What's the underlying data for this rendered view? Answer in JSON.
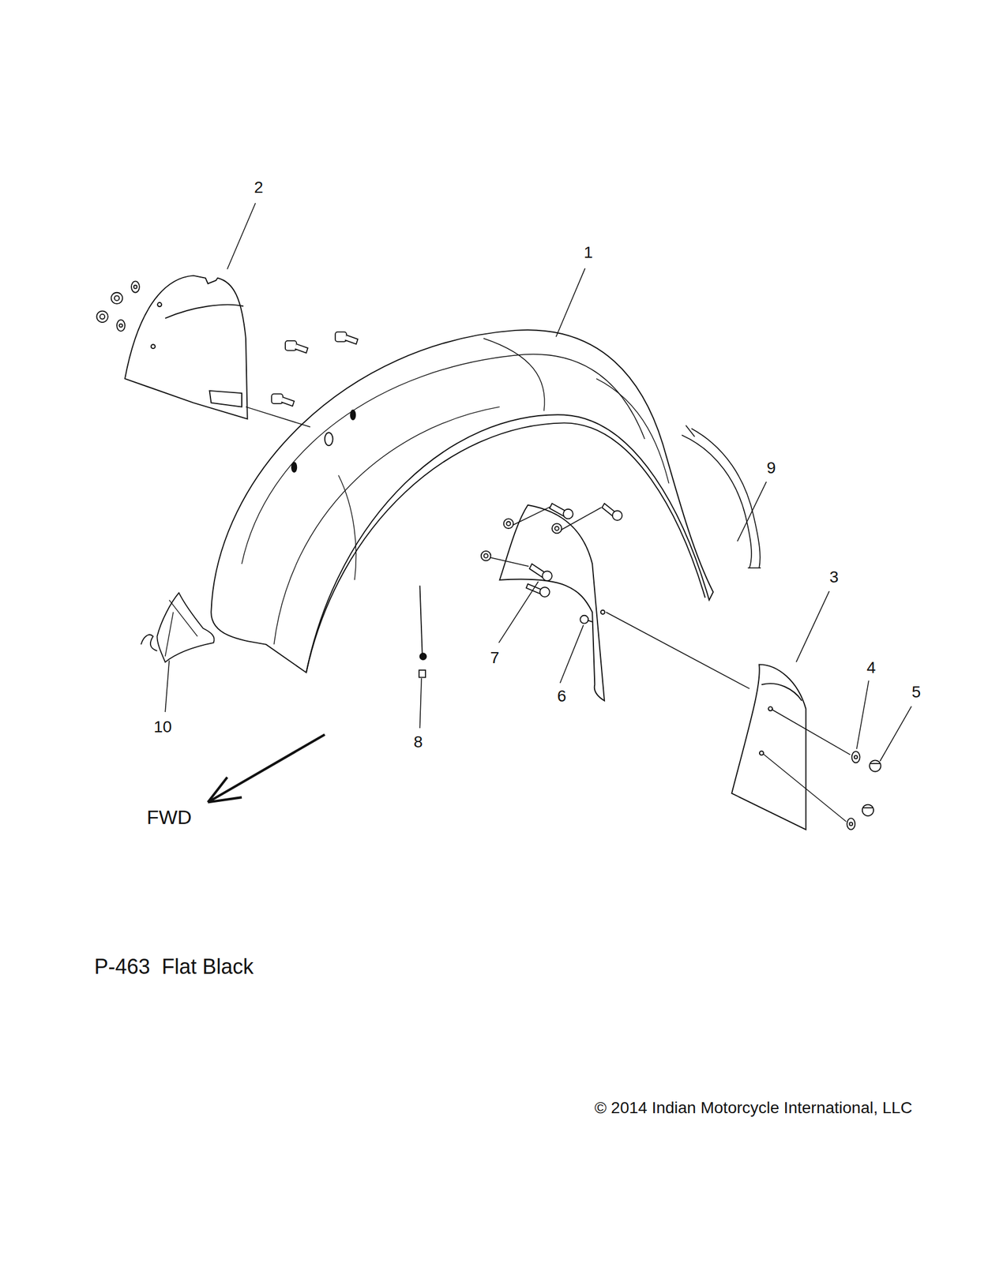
{
  "diagram": {
    "labels": [
      "2",
      "1",
      "9",
      "3",
      "4",
      "5",
      "7",
      "6",
      "8",
      "10",
      "FWD",
      "P-463  Flat Black",
      "© 2014 Indian Motorcycle International, LLC"
    ]
  }
}
